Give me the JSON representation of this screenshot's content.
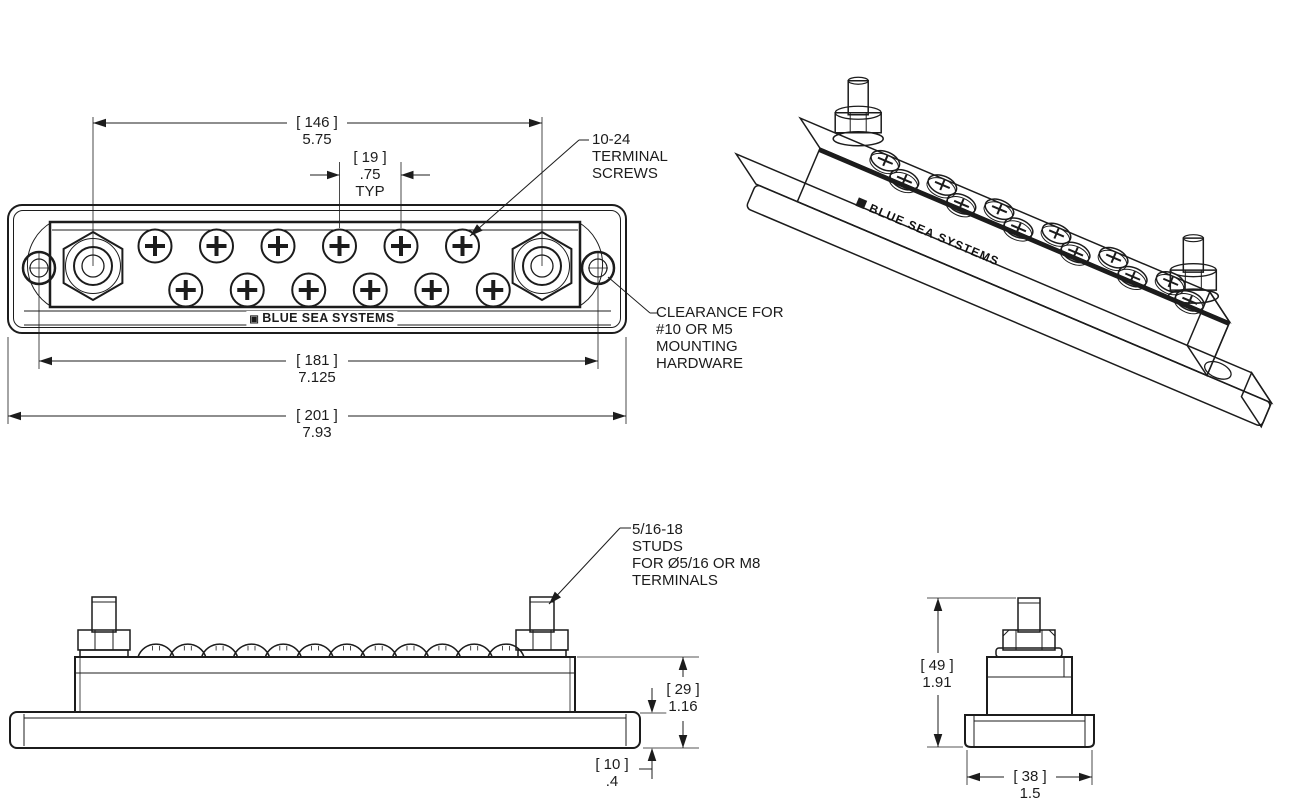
{
  "drawing": {
    "brand": "BLUE SEA SYSTEMS",
    "brand_glyph": "▣"
  },
  "callouts": {
    "terminal_screws": {
      "lines": [
        "10-24",
        "TERMINAL",
        "SCREWS"
      ]
    },
    "mounting_clearance": {
      "lines": [
        "CLEARANCE FOR",
        "#10 OR M5",
        "MOUNTING",
        "HARDWARE"
      ]
    },
    "studs": {
      "lines": [
        "5/16-18",
        "STUDS",
        "FOR Ø5/16 OR M8",
        "TERMINALS"
      ]
    }
  },
  "dimensions": {
    "stud_spacing": {
      "mm": "[ 146 ]",
      "in": "5.75"
    },
    "screw_pitch": {
      "mm": "[ 19 ]",
      "in": ".75",
      "note": "TYP"
    },
    "mount_hole_spacing": {
      "mm": "[ 181 ]",
      "in": "7.125"
    },
    "overall_length": {
      "mm": "[ 201 ]",
      "in": "7.93"
    },
    "body_height": {
      "mm": "[ 29 ]",
      "in": "1.16"
    },
    "base_height": {
      "mm": "[ 10 ]",
      "in": ".4"
    },
    "overall_height": {
      "mm": "[ 49 ]",
      "in": "1.91"
    },
    "base_depth": {
      "mm": "[ 38 ]",
      "in": "1.5"
    }
  },
  "colors": {
    "line": "#1c1c1c",
    "background": "#ffffff"
  }
}
